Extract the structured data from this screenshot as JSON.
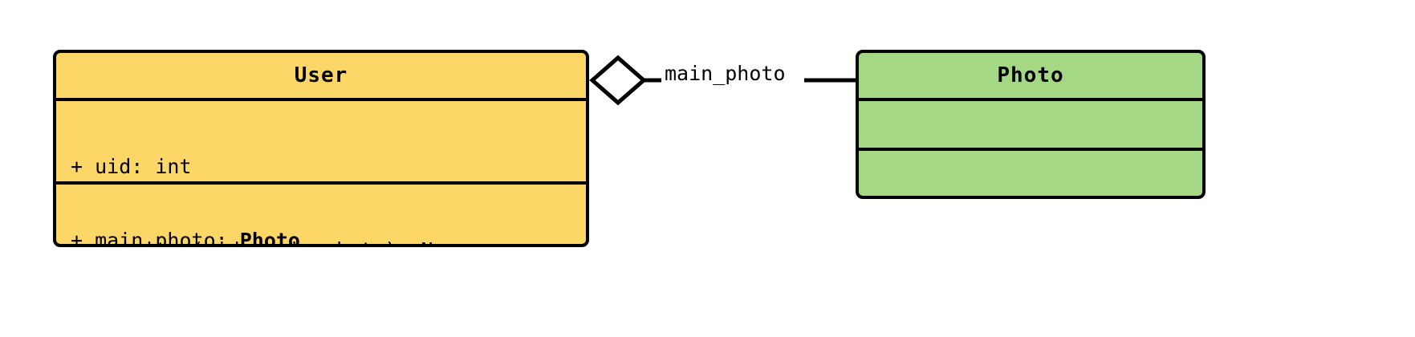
{
  "diagram": {
    "kind": "uml-class-diagram",
    "background": "#ffffff",
    "classes": [
      {
        "name": "User",
        "fill": "#FCD667",
        "border": "#000000",
        "attributes": [
          {
            "text": "+ uid: int",
            "visibility": "+",
            "member": "uid",
            "type": "int"
          },
          {
            "prefix": "+ main_photo: ",
            "type_ref": "Photo",
            "visibility": "+",
            "member": "main_photo",
            "type": "Photo"
          }
        ],
        "operations": [
          {
            "text": "+ __init__(uid, main_photo): None",
            "visibility": "+",
            "member": "__init__",
            "params": "uid, main_photo",
            "returns": "None"
          }
        ]
      },
      {
        "name": "Photo",
        "fill": "#A4D884",
        "border": "#000000",
        "attributes": [],
        "operations": []
      }
    ],
    "relationships": [
      {
        "type": "aggregation",
        "label": "main_photo",
        "source": "User",
        "target": "Photo",
        "diamond": "hollow",
        "diamond_fill": "#ffffff",
        "line_color": "#000000"
      }
    ]
  }
}
